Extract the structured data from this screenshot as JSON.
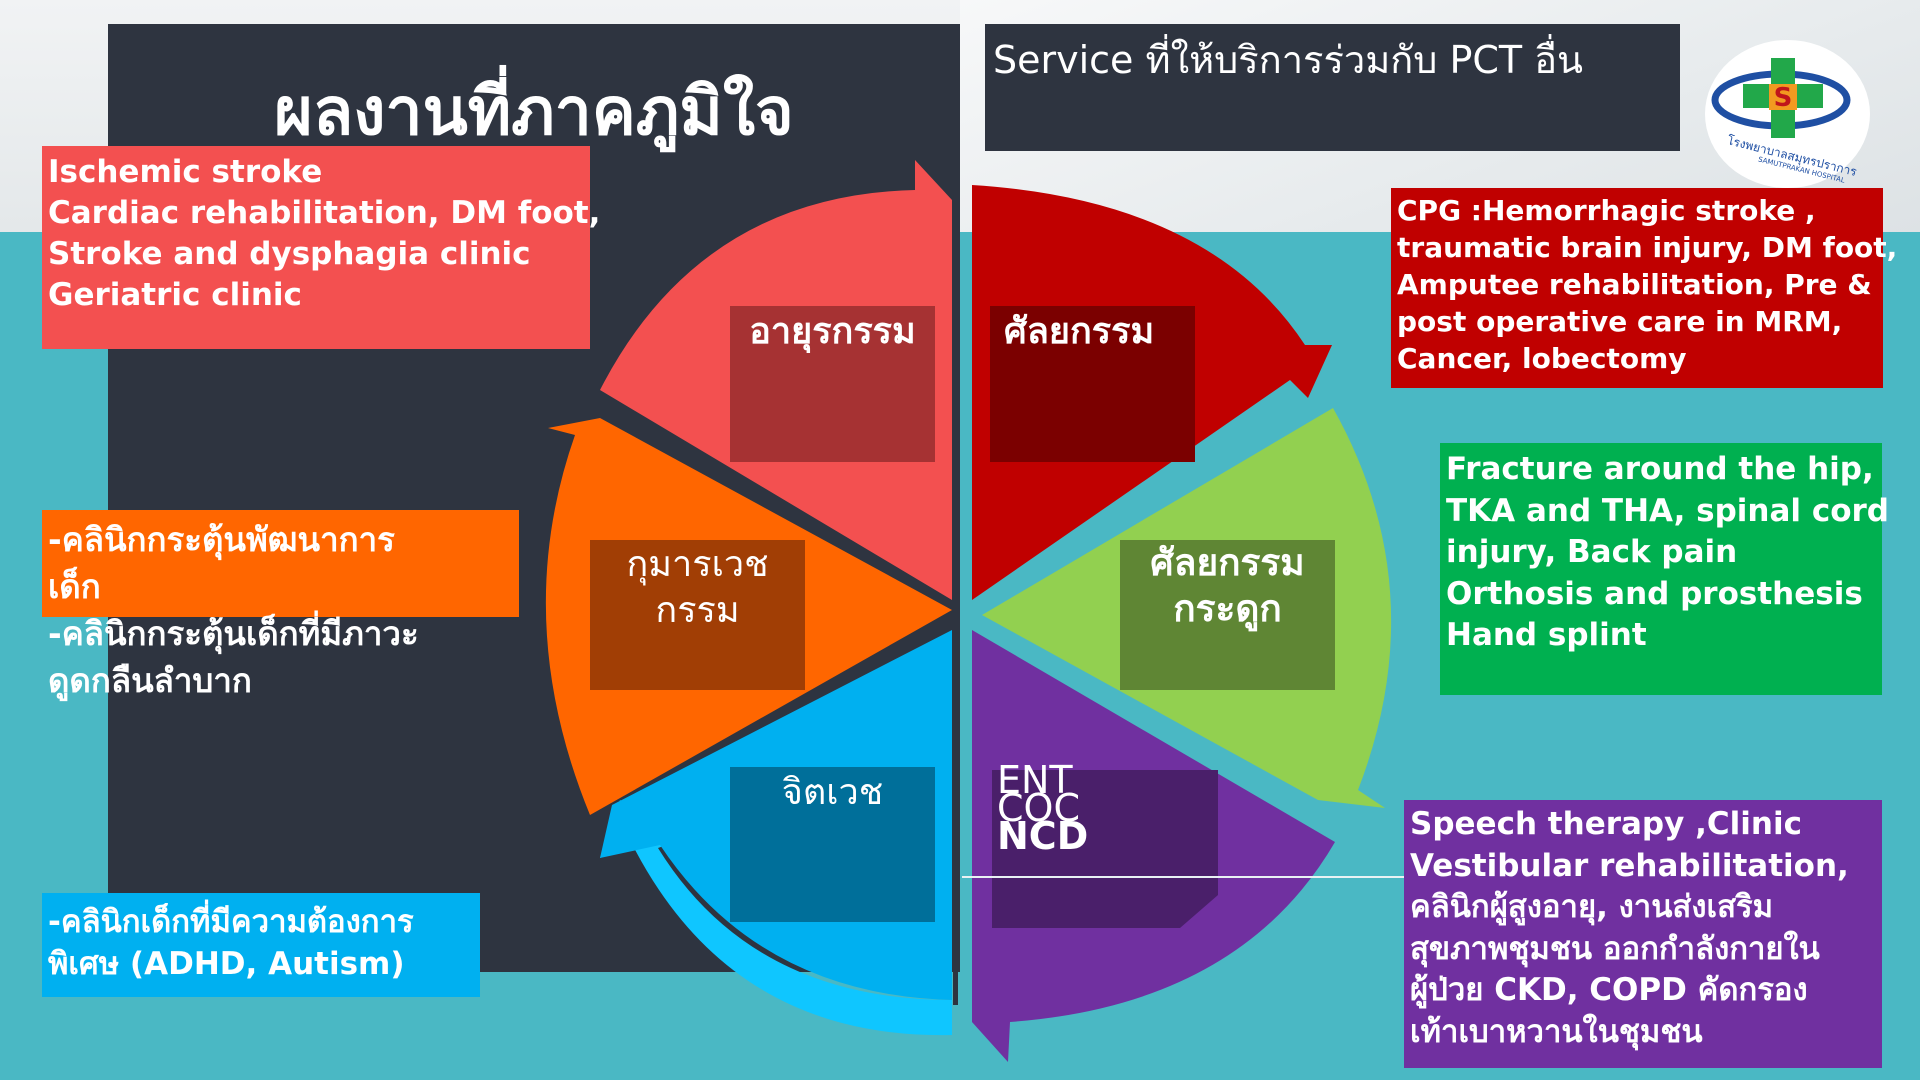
{
  "slide": {
    "title": "ผลงานที่ภาคภูมิใจ",
    "service_heading": "Service ที่ให้บริการร่วมกับ PCT อื่น",
    "colors": {
      "dark_panel": "#2e3440",
      "teal_background": "#4ab8c4",
      "geriatric": "#f35050",
      "surgery": "#c00000",
      "orthopedic": "#92d050",
      "ent_ncd": "#7030a0",
      "psychiatry": "#00b0f0",
      "pediatric": "#ff6600"
    }
  },
  "wheel": {
    "geriatric": "อายุรกรรม",
    "surgery": "ศัลยกรรม",
    "orthopedic": [
      "ศัลยกรรม",
      "กระดูก"
    ],
    "ent_ncd": [
      "ENT",
      "COC",
      "NCD"
    ],
    "psychiatry": "จิตเวช",
    "pediatric": [
      "กุมารเวช",
      "กรรม"
    ]
  },
  "notes": {
    "geriatric": [
      "Ischemic  stroke",
      "Cardiac rehabilitation,  DM foot,",
      "Stroke and dysphagia clinic",
      "Geriatric clinic"
    ],
    "pediatric": [
      "-คลินิกกระตุ้นพัฒนาการ",
      "เด็ก",
      "-คลินิกกระตุ้นเด็กที่มีภาวะ",
      "ดูดกลืนลำบาก"
    ],
    "psychiatry": [
      "-คลินิกเด็กที่มีความต้องการ",
      "พิเศษ (ADHD, Autism)"
    ],
    "surgery": [
      "CPG :Hemorrhagic stroke ,",
      "traumatic brain injury, DM foot,",
      "Amputee rehabilitation, Pre &",
      "post operative care in MRM,",
      "Cancer, lobectomy"
    ],
    "orthopedic": [
      "Fracture around  the hip,",
      "TKA and THA,  spinal cord",
      "injury, Back pain",
      "Orthosis and prosthesis",
      "Hand splint"
    ],
    "ent_ncd": [
      "Speech therapy ,Clinic",
      "Vestibular  rehabilitation,",
      "คลินิกผู้สูงอายุ, งานส่งเสริม",
      "สุขภาพชุมชน ออกกำลังกายใน",
      "ผู้ป่วย CKD, COPD คัดกรอง",
      "เท้าเบาหวานในชุมชน"
    ]
  },
  "logo": {
    "name_thai": "โรงพยาบาลสมุทรปราการ",
    "name_english": "SAMUTPRAKAN HOSPITAL",
    "icon": "green-cross-s-icon"
  }
}
